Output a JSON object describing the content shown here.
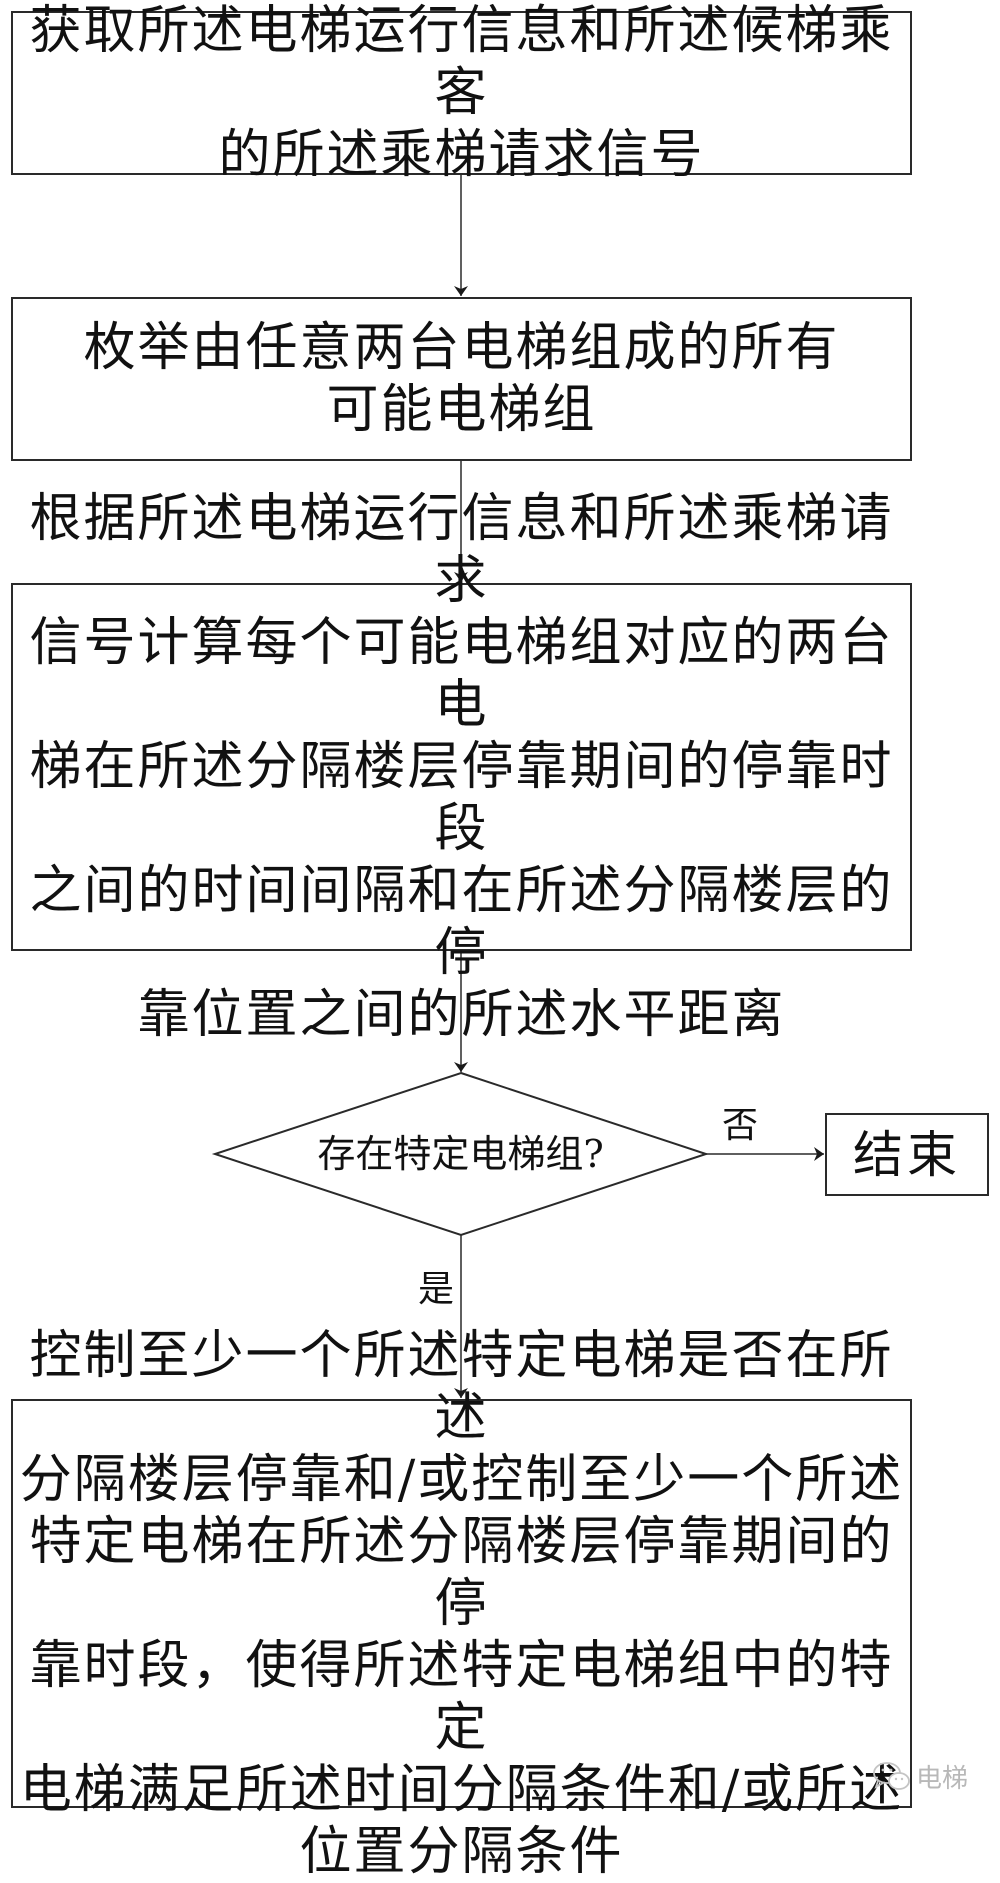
{
  "flowchart": {
    "steps": [
      {
        "id": "acquire",
        "text": "获取所述电梯运行信息和所述候梯乘客\n的所述乘梯请求信号"
      },
      {
        "id": "enumerate",
        "text": "枚举由任意两台电梯组成的所有\n可能电梯组"
      },
      {
        "id": "calculate",
        "text": "根据所述电梯运行信息和所述乘梯请求\n信号计算每个可能电梯组对应的两台电\n梯在所述分隔楼层停靠期间的停靠时段\n之间的时间间隔和在所述分隔楼层的停\n靠位置之间的所述水平距离"
      },
      {
        "id": "control",
        "text": "控制至少一个所述特定电梯是否在所述\n分隔楼层停靠和/或控制至少一个所述\n特定电梯在所述分隔楼层停靠期间的停\n靠时段，使得所述特定电梯组中的特定\n电梯满足所述时间分隔条件和/或所述\n位置分隔条件"
      }
    ],
    "decision": {
      "text": "存在特定电梯组?",
      "yes_label": "是",
      "no_label": "否"
    },
    "end": {
      "text": "结束"
    }
  },
  "watermark": {
    "icon": "wechat-icon",
    "text": "电梯"
  },
  "colors": {
    "line": "#2a2a2a",
    "background": "#ffffff",
    "watermark": "#b8b8b8"
  }
}
